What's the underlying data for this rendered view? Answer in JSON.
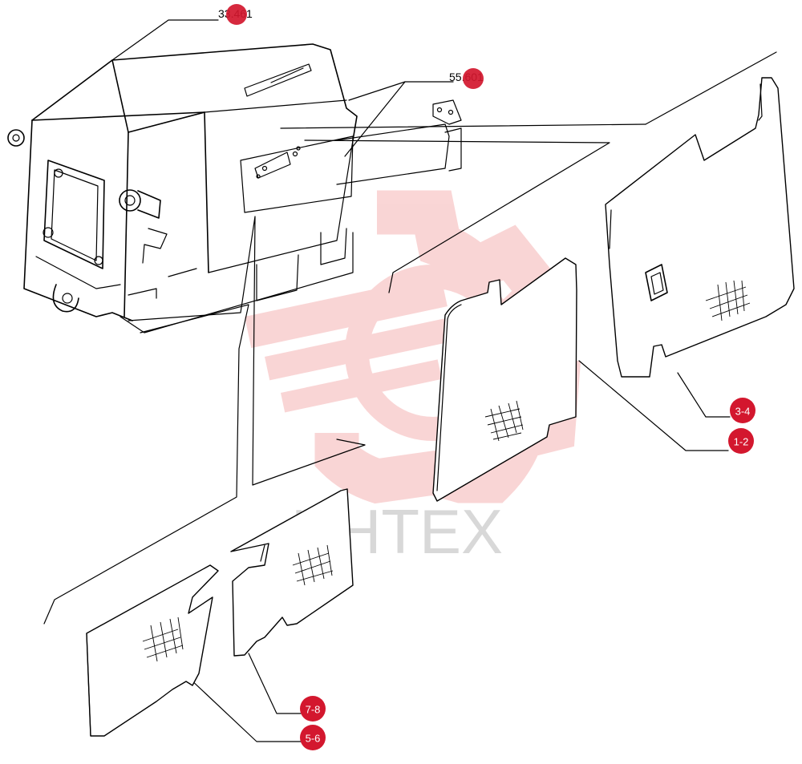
{
  "diagram": {
    "references": [
      {
        "id": "ref-cab",
        "text": "33.461"
      },
      {
        "id": "ref-glass",
        "text": "55.601"
      }
    ],
    "callouts": [
      {
        "id": "callout-3-4",
        "text": "3-4"
      },
      {
        "id": "callout-1-2",
        "text": "1-2"
      },
      {
        "id": "callout-7-8",
        "text": "7-8"
      },
      {
        "id": "callout-5-6",
        "text": "5-6"
      }
    ],
    "watermark": "ИНТЕХ",
    "colors": {
      "badge": "#d3172e",
      "watermark": "#f3c4c4",
      "line": "#000000"
    }
  }
}
